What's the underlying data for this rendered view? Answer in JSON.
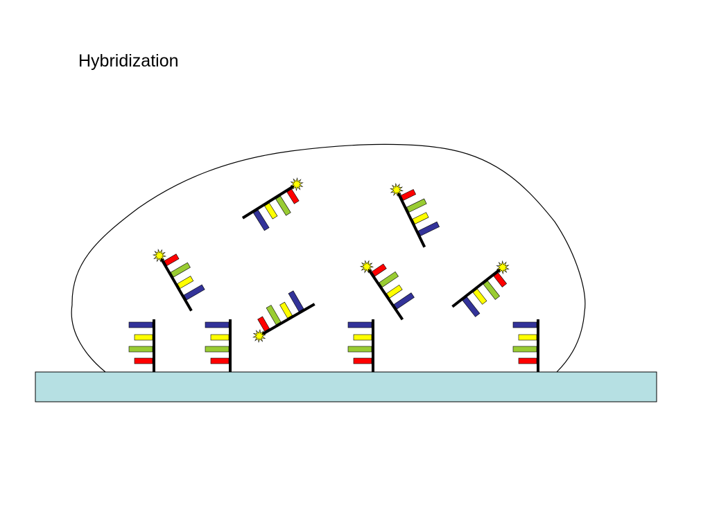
{
  "slide": {
    "title": "Hybridization"
  },
  "colors": {
    "substrate_fill": "#b6e0e3",
    "outline": "#000000",
    "base_blue": "#333399",
    "base_yellow": "#ffff00",
    "base_green": "#99cc33",
    "base_red": "#ff0000",
    "label_star": "#ffff00"
  },
  "diagram": {
    "immobilized_probe_count": 4,
    "labeled_target_count": 6,
    "immobilized_probe_bases": [
      "blue",
      "yellow",
      "green",
      "red"
    ],
    "labeled_target_bases": [
      "red",
      "green",
      "yellow",
      "blue"
    ]
  }
}
